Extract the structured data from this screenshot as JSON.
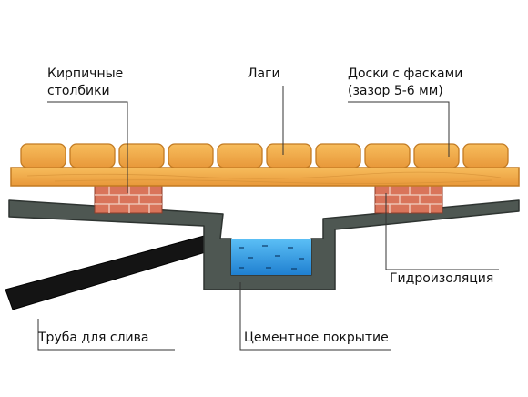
{
  "labels": {
    "pillars_line1": "Кирпичные",
    "pillars_line2": "столбики",
    "joists": "Лаги",
    "boards_line1": "Доски с фасками",
    "boards_line2": "(зазор 5-6 мм)",
    "waterproofing": "Гидроизоляция",
    "drain_pipe": "Труба для слива",
    "cement_coating": "Цементное покрытие"
  },
  "colors": {
    "wood": "#f0a948",
    "wood_edge": "#c27a22",
    "brick": "#d9745a",
    "mortar": "#f2d0c2",
    "cement": "#4e5752",
    "cement_edge": "#2e3431",
    "water": "#2f9be8",
    "pipe": "#141414",
    "leader": "#333333"
  }
}
